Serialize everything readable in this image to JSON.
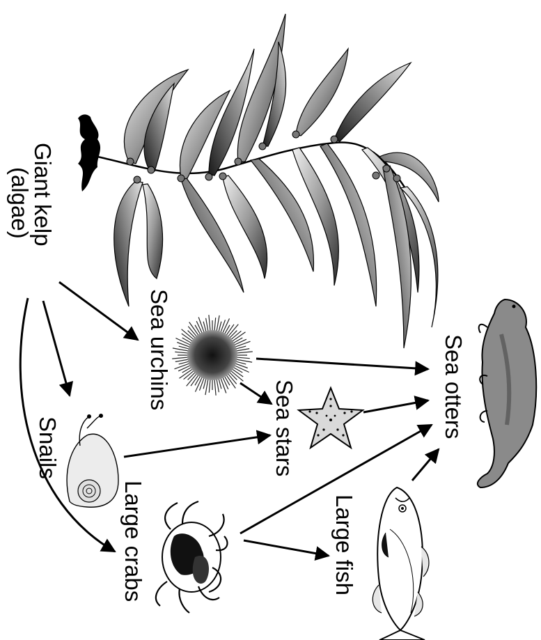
{
  "colors": {
    "ink": "#000000",
    "background": "#ffffff",
    "kelp_dark": "#2b2b2b",
    "kelp_light": "#e6e6e6",
    "urchin": "#333333",
    "otter": "#6b6b6b"
  },
  "labels": {
    "giant_kelp_line1": "Giant kelp",
    "giant_kelp_line2": "(algae)",
    "sea_urchins": "Sea urchins",
    "snails": "Snails",
    "sea_stars": "Sea stars",
    "large_crabs": "Large crabs",
    "large_fish": "Large fish",
    "sea_otters": "Sea otters"
  },
  "icons": {
    "kelp": "giant-kelp-icon",
    "urchin": "sea-urchin-icon",
    "snail": "snail-icon",
    "star": "sea-star-icon",
    "crab": "crab-icon",
    "fish": "fish-icon",
    "otter": "sea-otter-icon"
  }
}
